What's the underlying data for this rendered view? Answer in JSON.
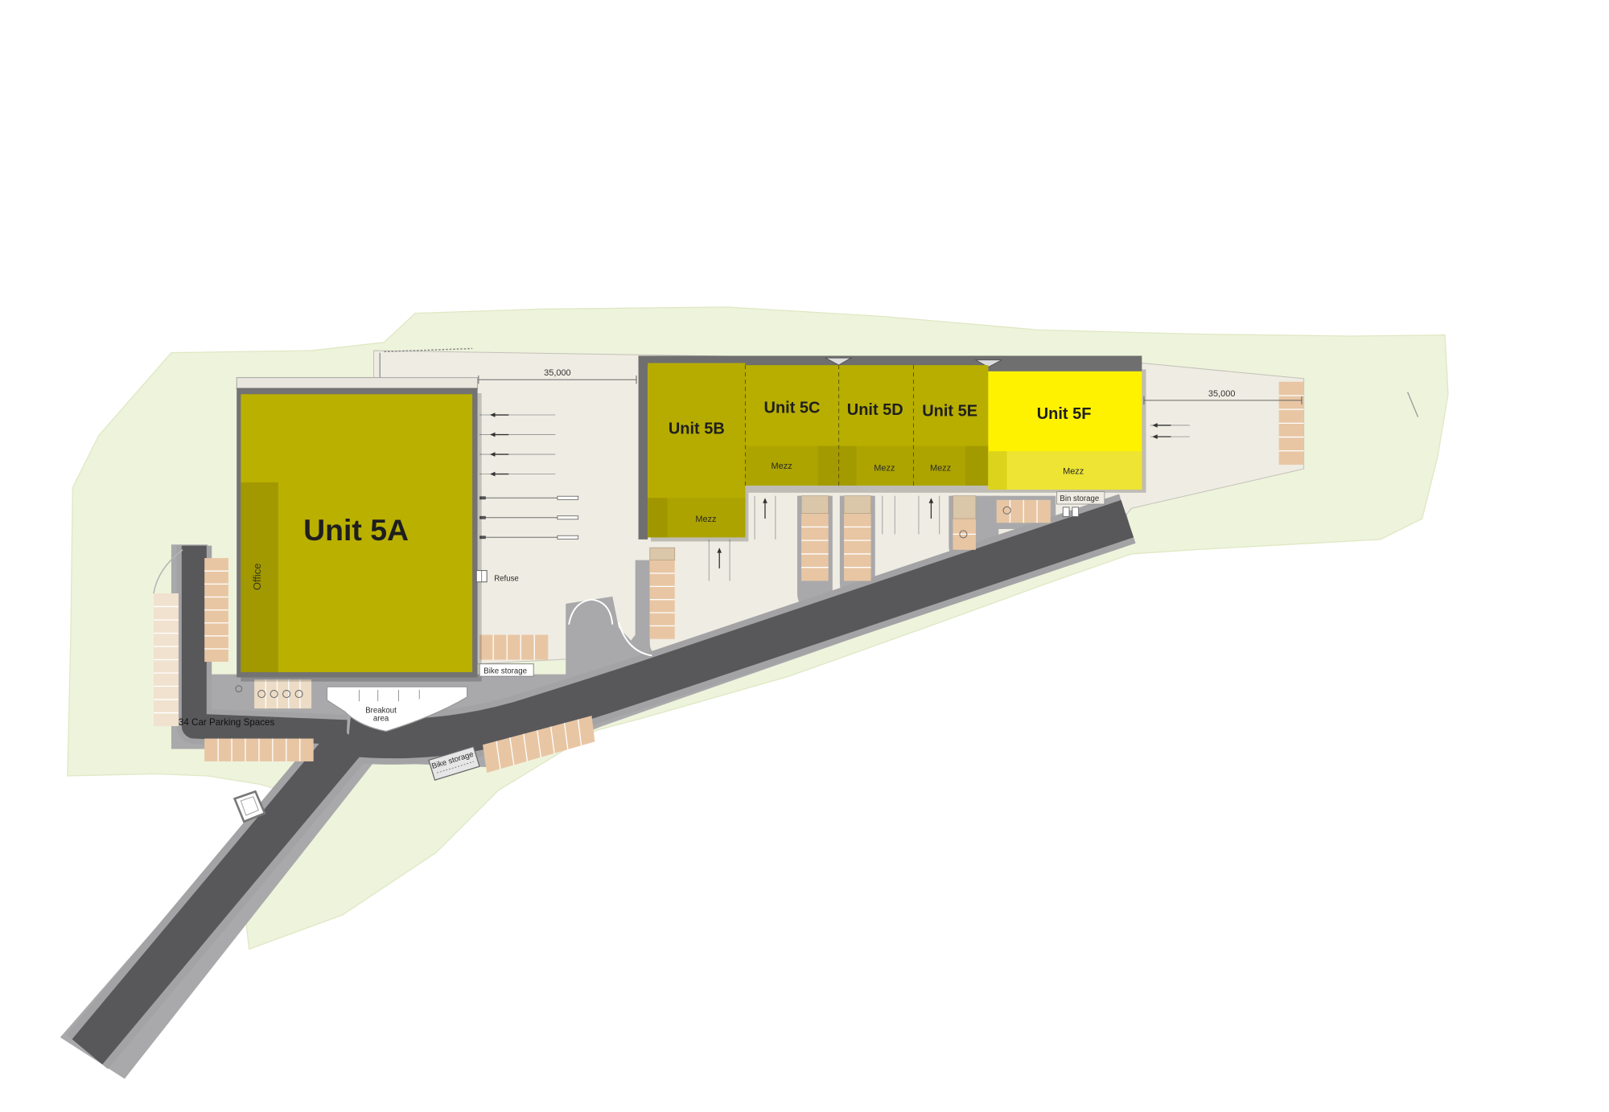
{
  "units": [
    {
      "id": "5A",
      "label": "Unit 5A",
      "office": "Office",
      "color": "#bab000",
      "shade": "#a29800"
    },
    {
      "id": "5B",
      "label": "Unit 5B",
      "mezz": "Mezz",
      "color": "#b6ac00",
      "shade": "#a09700"
    },
    {
      "id": "5C",
      "label": "Unit 5C",
      "mezz": "Mezz",
      "color": "#b8ae00",
      "shade": "#a39a00"
    },
    {
      "id": "5D",
      "label": "Unit 5D",
      "mezz": "Mezz",
      "color": "#b8ae00",
      "shade": "#a39a00"
    },
    {
      "id": "5E",
      "label": "Unit 5E",
      "mezz": "Mezz",
      "color": "#b8ae00",
      "shade": "#a39a00"
    },
    {
      "id": "5F",
      "label": "Unit 5F",
      "mezz": "Mezz",
      "color": "#fff200",
      "shade": "#dcd31c",
      "highlighted": true
    }
  ],
  "dimensions": [
    "35,000",
    "35,000"
  ],
  "labels": {
    "refuse": "Refuse",
    "bike_storage_yard": "Bike storage",
    "bike_storage_road": "Bike storage",
    "bin_storage": "Bin storage",
    "breakout_line1": "Breakout",
    "breakout_line2": "area",
    "parking_spaces": "34 Car Parking Spaces"
  },
  "colors": {
    "highlight": "#fff200",
    "unit_olive": "#b8ae00",
    "road": "#58585a",
    "pavement": "#a9a9ab",
    "yard": "#efece3",
    "landscape": "#eef3dc",
    "parking_bay": "#e8c6a4"
  }
}
